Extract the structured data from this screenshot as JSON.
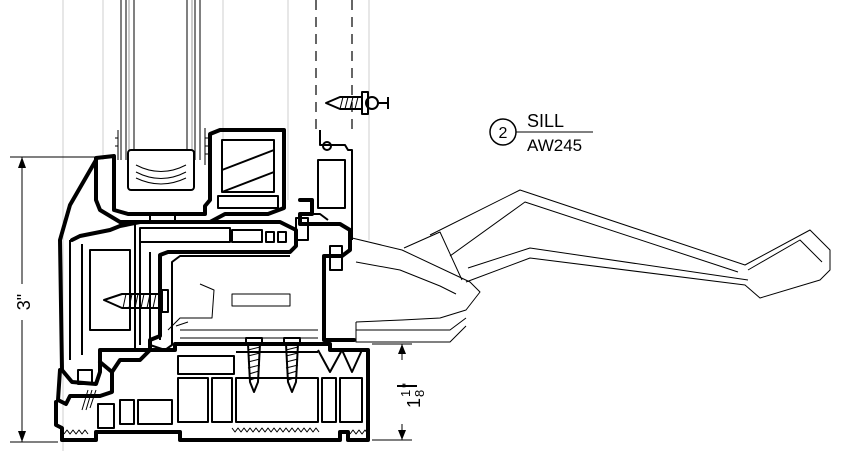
{
  "detail": {
    "number": "2",
    "name": "SILL",
    "reference": "AW245"
  },
  "dimensions": {
    "height": "3\"",
    "offset_whole": "1",
    "offset_num": "1",
    "offset_den": "8",
    "offset_unit": "\""
  }
}
